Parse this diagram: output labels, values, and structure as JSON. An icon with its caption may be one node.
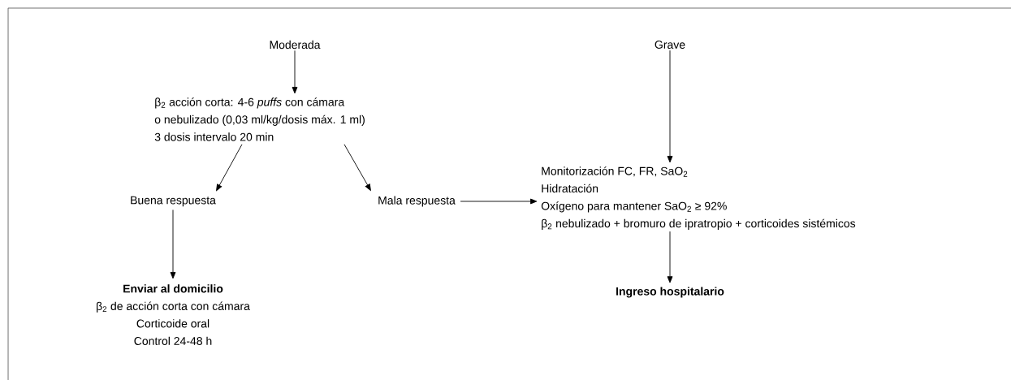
{
  "diagram": {
    "nodes": [
      {
        "text": [
          "Moderada"
        ]
      },
      {
        "text": [
          "Grave"
        ]
      },
      {
        "text": [
          "β$_{2}$ acción corta: 4-6 *puffs* con cámara",
          "o nebulizado (0,03 ml/kg/dosis máx. 1 ml)",
          "3 dosis intervalo 20 min"
        ]
      },
      {
        "text": [
          "Buena respuesta"
        ]
      },
      {
        "text": [
          "Mala respuesta"
        ]
      },
      {
        "text": [
          "Monitorización FC, FR, SaO$_{2}$",
          "Hidratación",
          "Oxígeno para mantener SaO$_{2}$ ≥ 92%",
          "β$_{2}$ nebulizado + bromuro de ipratropio + corticoides sistémicos"
        ]
      },
      {
        "text": [
          "Enviar al domicilio",
          "β$_{2}$ de acción corta con cámara",
          "Corticoide oral",
          "Control 24-48 h"
        ]
      },
      {
        "text": [
          "Ingreso hospitalario"
        ]
      }
    ],
    "edges": [
      {
        "from": 0,
        "to": 2,
        "arrow": "to"
      },
      {
        "from": 1,
        "to": 5,
        "arrow": "to"
      },
      {
        "from": 2,
        "to": 3,
        "arrow": "to"
      },
      {
        "from": 2,
        "to": 4,
        "arrow": "to"
      },
      {
        "from": 4,
        "to": 5,
        "arrow": "to"
      },
      {
        "from": 3,
        "to": 6,
        "arrow": "to"
      },
      {
        "from": 5,
        "to": 7,
        "arrow": "to"
      }
    ]
  }
}
